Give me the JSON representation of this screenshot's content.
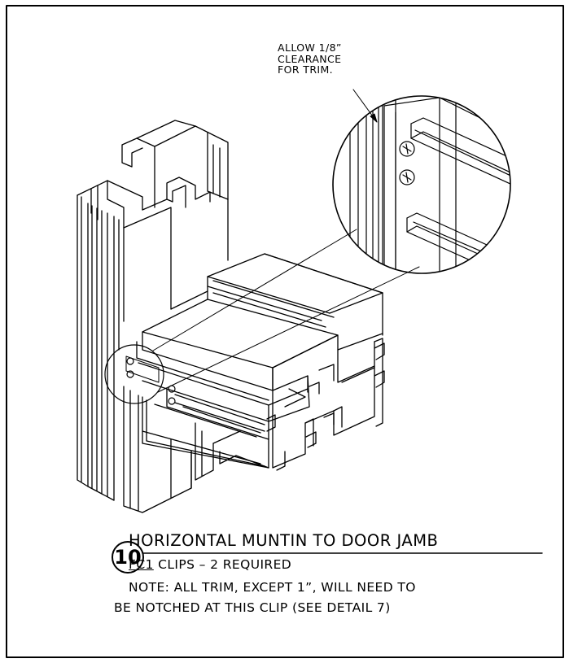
{
  "detail": {
    "number": "10",
    "title": "HORIZONTAL MUNTIN TO DOOR JAMB",
    "clip_code": "FC1",
    "clip_text": " CLIPS – 2 REQUIRED",
    "note_line_1": "NOTE:  ALL TRIM, EXCEPT 1”, WILL NEED TO",
    "note_line_2": "BE NOTCHED AT THIS CLIP (SEE DETAIL 7)"
  },
  "callout": {
    "line_1": "ALLOW 1/8”",
    "line_2": "CLEARANCE",
    "line_3": "FOR TRIM."
  }
}
